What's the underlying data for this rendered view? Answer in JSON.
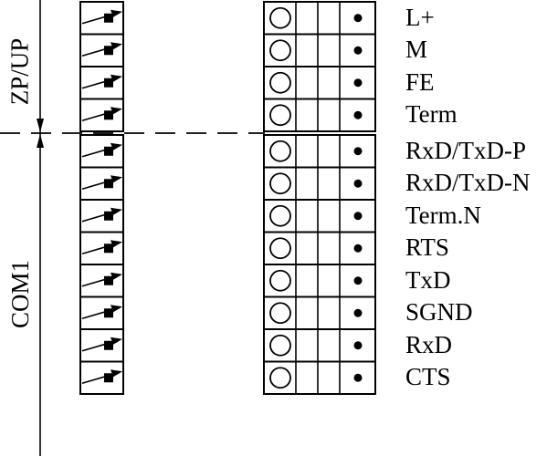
{
  "groups": {
    "top": "ZP/UP",
    "bottom": "COM1"
  },
  "terminals": [
    {
      "label": "L+"
    },
    {
      "label": "M"
    },
    {
      "label": "FE"
    },
    {
      "label": "Term"
    },
    {
      "label": "RxD/TxD-P"
    },
    {
      "label": "RxD/TxD-N"
    },
    {
      "label": "Term.N"
    },
    {
      "label": "RTS"
    },
    {
      "label": "TxD"
    },
    {
      "label": "SGND"
    },
    {
      "label": "RxD"
    },
    {
      "label": "CTS"
    }
  ]
}
